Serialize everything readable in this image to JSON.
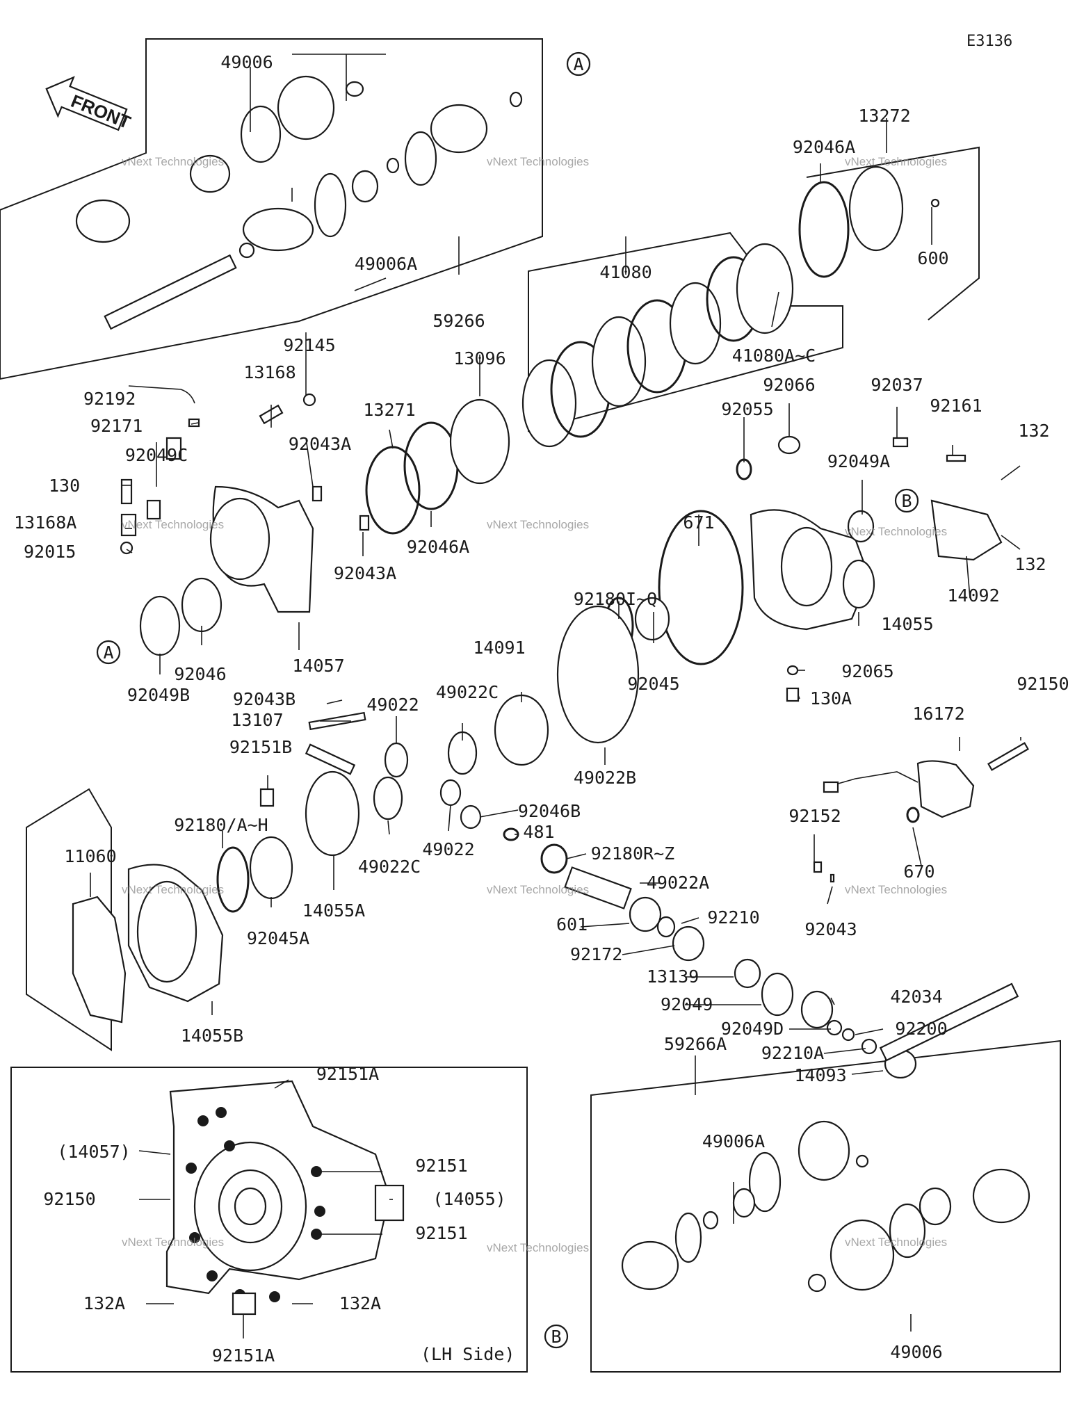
{
  "diagram_code": "E3136",
  "front_label": "FRONT",
  "callouts": {
    "a": "A",
    "b": "B"
  },
  "inset_caption": "(LH Side)",
  "watermark": {
    "line1": "vNext Technologies",
    "line2": "vNext",
    "line3": "Technologies"
  },
  "parts": [
    {
      "id": "p49006_top",
      "label": "49006"
    },
    {
      "id": "p49006A_top",
      "label": "49006A"
    },
    {
      "id": "p59266",
      "label": "59266"
    },
    {
      "id": "p13272",
      "label": "13272"
    },
    {
      "id": "p92046A_top",
      "label": "92046A"
    },
    {
      "id": "p600",
      "label": "600"
    },
    {
      "id": "p41080",
      "label": "41080"
    },
    {
      "id": "p41080AC",
      "label": "41080A~C"
    },
    {
      "id": "p13096",
      "label": "13096"
    },
    {
      "id": "p92145",
      "label": "92145"
    },
    {
      "id": "p13168",
      "label": "13168"
    },
    {
      "id": "p92192",
      "label": "92192"
    },
    {
      "id": "p92171",
      "label": "92171"
    },
    {
      "id": "p92043A_1",
      "label": "92043A"
    },
    {
      "id": "p13271",
      "label": "13271"
    },
    {
      "id": "p92049C",
      "label": "92049C"
    },
    {
      "id": "p130",
      "label": "130"
    },
    {
      "id": "p13168A",
      "label": "13168A"
    },
    {
      "id": "p92015",
      "label": "92015"
    },
    {
      "id": "p92046A_mid",
      "label": "92046A"
    },
    {
      "id": "p92043A_2",
      "label": "92043A"
    },
    {
      "id": "p92046",
      "label": "92046"
    },
    {
      "id": "p92049B",
      "label": "92049B"
    },
    {
      "id": "p14057",
      "label": "14057"
    },
    {
      "id": "p92066",
      "label": "92066"
    },
    {
      "id": "p92055",
      "label": "92055"
    },
    {
      "id": "p92037",
      "label": "92037"
    },
    {
      "id": "p92161",
      "label": "92161"
    },
    {
      "id": "p132_1",
      "label": "132"
    },
    {
      "id": "p92049A",
      "label": "92049A"
    },
    {
      "id": "p132_2",
      "label": "132"
    },
    {
      "id": "p671",
      "label": "671"
    },
    {
      "id": "p14092",
      "label": "14092"
    },
    {
      "id": "p14055",
      "label": "14055"
    },
    {
      "id": "p92180IQ",
      "label": "92180I~Q"
    },
    {
      "id": "p14091",
      "label": "14091"
    },
    {
      "id": "p92065",
      "label": "92065"
    },
    {
      "id": "p130A",
      "label": "130A"
    },
    {
      "id": "p92043B",
      "label": "92043B"
    },
    {
      "id": "p49022_top",
      "label": "49022"
    },
    {
      "id": "p49022C_top",
      "label": "49022C"
    },
    {
      "id": "p13107",
      "label": "13107"
    },
    {
      "id": "p92045",
      "label": "92045"
    },
    {
      "id": "p92150_right",
      "label": "92150"
    },
    {
      "id": "p16172",
      "label": "16172"
    },
    {
      "id": "p92151B",
      "label": "92151B"
    },
    {
      "id": "p49022B",
      "label": "49022B"
    },
    {
      "id": "p92046B",
      "label": "92046B"
    },
    {
      "id": "p481",
      "label": "481"
    },
    {
      "id": "p92180RZ",
      "label": "92180R~Z"
    },
    {
      "id": "p92180AH",
      "label": "92180/A~H"
    },
    {
      "id": "p11060",
      "label": "11060"
    },
    {
      "id": "p49022C_bot",
      "label": "49022C"
    },
    {
      "id": "p49022_bot",
      "label": "49022"
    },
    {
      "id": "p92152",
      "label": "92152"
    },
    {
      "id": "p670",
      "label": "670"
    },
    {
      "id": "p49022A",
      "label": "49022A"
    },
    {
      "id": "p14055A",
      "label": "14055A"
    },
    {
      "id": "p92045A",
      "label": "92045A"
    },
    {
      "id": "p92043",
      "label": "92043"
    },
    {
      "id": "p601",
      "label": "601"
    },
    {
      "id": "p92210",
      "label": "92210"
    },
    {
      "id": "p92172",
      "label": "92172"
    },
    {
      "id": "p13139",
      "label": "13139"
    },
    {
      "id": "p42034",
      "label": "42034"
    },
    {
      "id": "p92049",
      "label": "92049"
    },
    {
      "id": "p92049D",
      "label": "92049D"
    },
    {
      "id": "p92200",
      "label": "92200"
    },
    {
      "id": "p14055B",
      "label": "14055B"
    },
    {
      "id": "p92210A",
      "label": "92210A"
    },
    {
      "id": "p59266A",
      "label": "59266A"
    },
    {
      "id": "p14093",
      "label": "14093"
    },
    {
      "id": "p92151A_top",
      "label": "92151A"
    },
    {
      "id": "p14057_ref",
      "label": "(14057)"
    },
    {
      "id": "p92151_1",
      "label": "92151"
    },
    {
      "id": "p92150_inset",
      "label": "92150"
    },
    {
      "id": "p14055_ref",
      "label": "(14055)"
    },
    {
      "id": "p92151_2",
      "label": "92151"
    },
    {
      "id": "p49006A_bot",
      "label": "49006A"
    },
    {
      "id": "p132A_left",
      "label": "132A"
    },
    {
      "id": "p132A_right",
      "label": "132A"
    },
    {
      "id": "p92151A_bot",
      "label": "92151A"
    },
    {
      "id": "p49006_bot",
      "label": "49006"
    }
  ]
}
